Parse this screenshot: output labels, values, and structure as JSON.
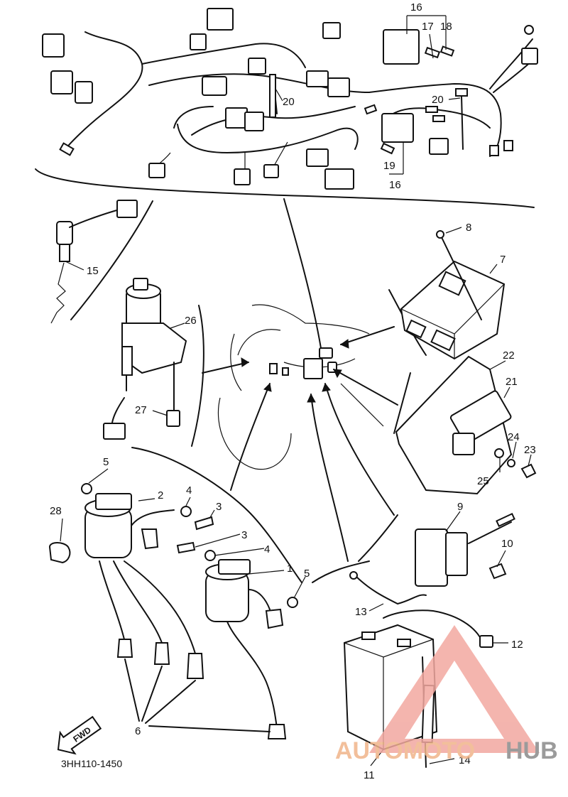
{
  "diagram_code": "3HH110-1450",
  "fwd_label": "FWD",
  "watermark": {
    "brand_part1": "AUTOMOTO",
    "brand_part2": "HUB",
    "color_primary": "#f2a8a0",
    "color_secondary": "#8a8a8a"
  },
  "callouts": {
    "c1": "1",
    "c2": "2",
    "c3a": "3",
    "c3b": "3",
    "c4a": "4",
    "c4b": "4",
    "c5a": "5",
    "c5b": "5",
    "c6": "6",
    "c7": "7",
    "c8": "8",
    "c9": "9",
    "c10": "10",
    "c11": "11",
    "c12": "12",
    "c13": "13",
    "c14": "14",
    "c15": "15",
    "c16a": "16",
    "c16b": "16",
    "c17": "17",
    "c18": "18",
    "c19": "19",
    "c20a": "20",
    "c20b": "20",
    "c21": "21",
    "c22": "22",
    "c23": "23",
    "c24": "24",
    "c25": "25",
    "c26": "26",
    "c27": "27",
    "c28": "28"
  }
}
